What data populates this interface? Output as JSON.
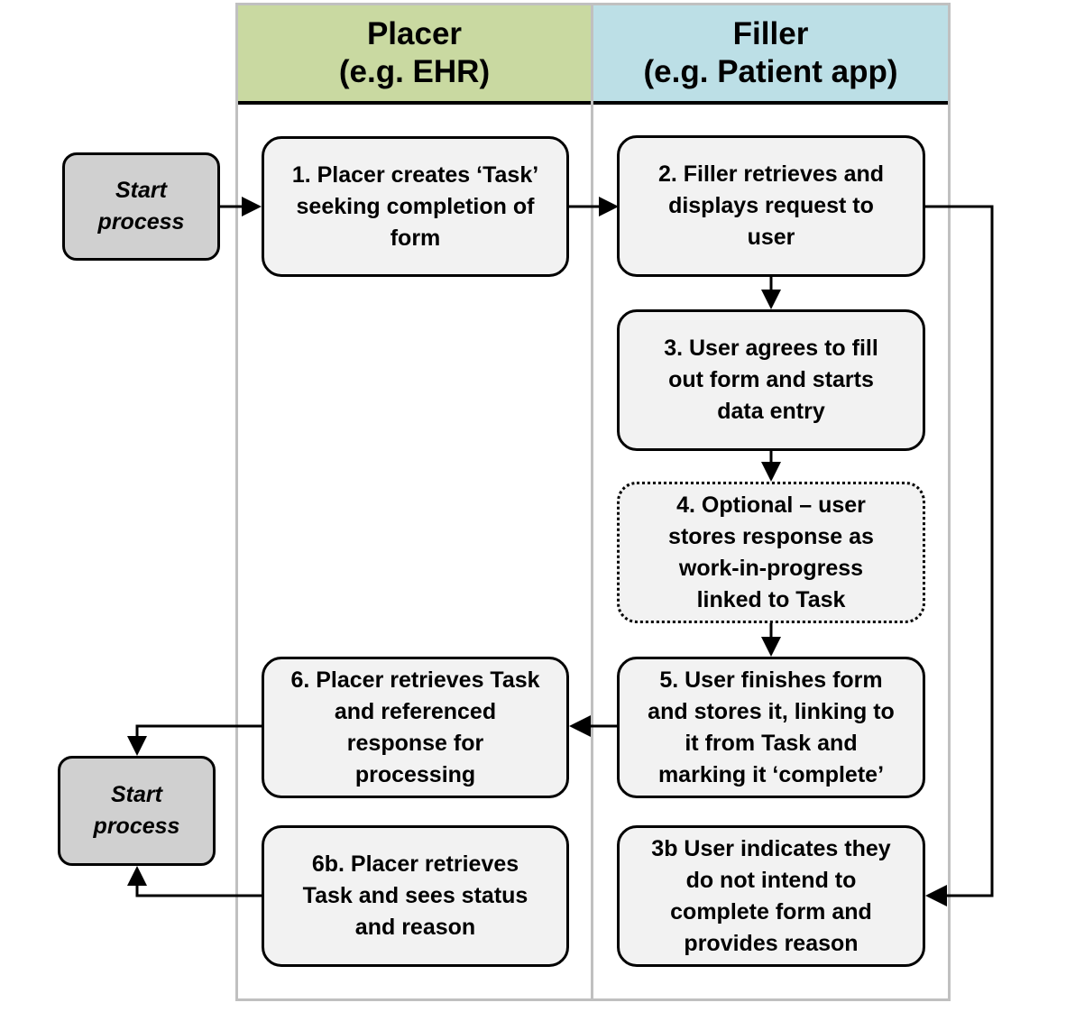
{
  "lanes": {
    "placer": {
      "title": "Placer",
      "subtitle": "(e.g. EHR)",
      "color": "#c9d9a1"
    },
    "filler": {
      "title": "Filler",
      "subtitle": "(e.g. Patient app)",
      "color": "#bcdfe6"
    }
  },
  "start_top": {
    "line1": "Start",
    "line2": "process"
  },
  "start_bottom": {
    "line1": "Start",
    "line2": "process"
  },
  "steps": {
    "s1": [
      "1. Placer creates ‘Task’",
      "seeking completion of",
      "form"
    ],
    "s2": [
      "2. Filler retrieves and",
      "displays request to",
      "user"
    ],
    "s3": [
      "3. User agrees to fill",
      "out form and starts",
      "data entry"
    ],
    "s4": [
      "4. Optional – user",
      "stores response as",
      "work-in-progress",
      "linked to Task"
    ],
    "s5": [
      "5. User finishes form",
      "and stores it, linking to",
      "it from Task and",
      "marking it ‘complete’"
    ],
    "s6": [
      "6. Placer retrieves Task",
      "and referenced",
      "response for",
      "processing"
    ],
    "s6b": [
      "6b. Placer retrieves",
      "Task and sees  status",
      "and reason"
    ],
    "s3b": [
      "3b User indicates they",
      "do not intend to",
      "complete form and",
      "provides reason"
    ]
  }
}
